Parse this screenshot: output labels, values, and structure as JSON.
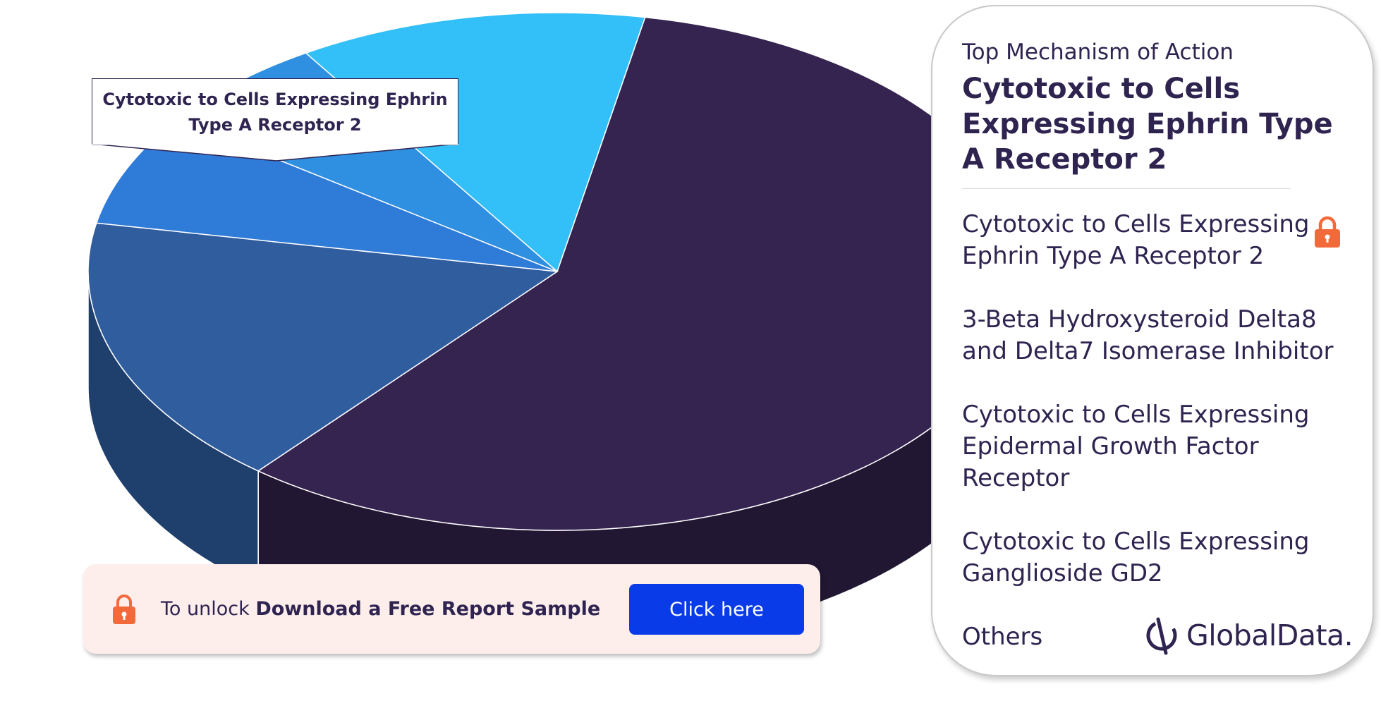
{
  "chart_data": {
    "type": "pie",
    "style": "3d-exploded",
    "slices": [
      {
        "label": "Cytotoxic to Cells Expressing Ephrin Type A Receptor 2",
        "value": 58,
        "color": "#352450",
        "side_color": "#211733"
      },
      {
        "label": "3-Beta Hydroxysteroid Delta8 and Delta7 Isomerase Inhibitor",
        "value": 17,
        "color": "#2f5d9e",
        "side_color": "#1f3f6d"
      },
      {
        "label": "Cytotoxic to Cells Expressing Epidermal Growth Factor Receptor",
        "value": 7,
        "color": "#2f7bd8",
        "side_color": "#1f5494"
      },
      {
        "label": "Cytotoxic to Cells Expressing Ganglioside GD2",
        "value": 6,
        "color": "#2f8fe0",
        "side_color": "#1f5f9a"
      },
      {
        "label": "Others",
        "value": 12,
        "color": "#33bff7",
        "side_color": "#16506a"
      }
    ],
    "callout": "Cytotoxic to Cells Expressing Ephrin Type A Receptor 2"
  },
  "legend": {
    "kicker": "Top Mechanism of Action",
    "headline": "Cytotoxic to Cells Expressing Ephrin Type A Receptor 2",
    "items": [
      "Cytotoxic to Cells Expressing Ephrin Type A Receptor 2",
      "3-Beta Hydroxysteroid Delta8 and Delta7 Isomerase Inhibitor",
      "Cytotoxic to Cells Expressing Epidermal Growth Factor Receptor",
      "Cytotoxic to Cells Expressing Ganglioside GD2",
      "Others"
    ],
    "lock_icon": "lock-icon",
    "lock_color": "#f26a3a"
  },
  "banner": {
    "prefix": "To unlock",
    "emphasis": "Download a Free Report Sample",
    "button_label": "Click here",
    "button_color": "#0a3be8",
    "background": "#fdeeec"
  },
  "brand": {
    "name": "GlobalData."
  }
}
